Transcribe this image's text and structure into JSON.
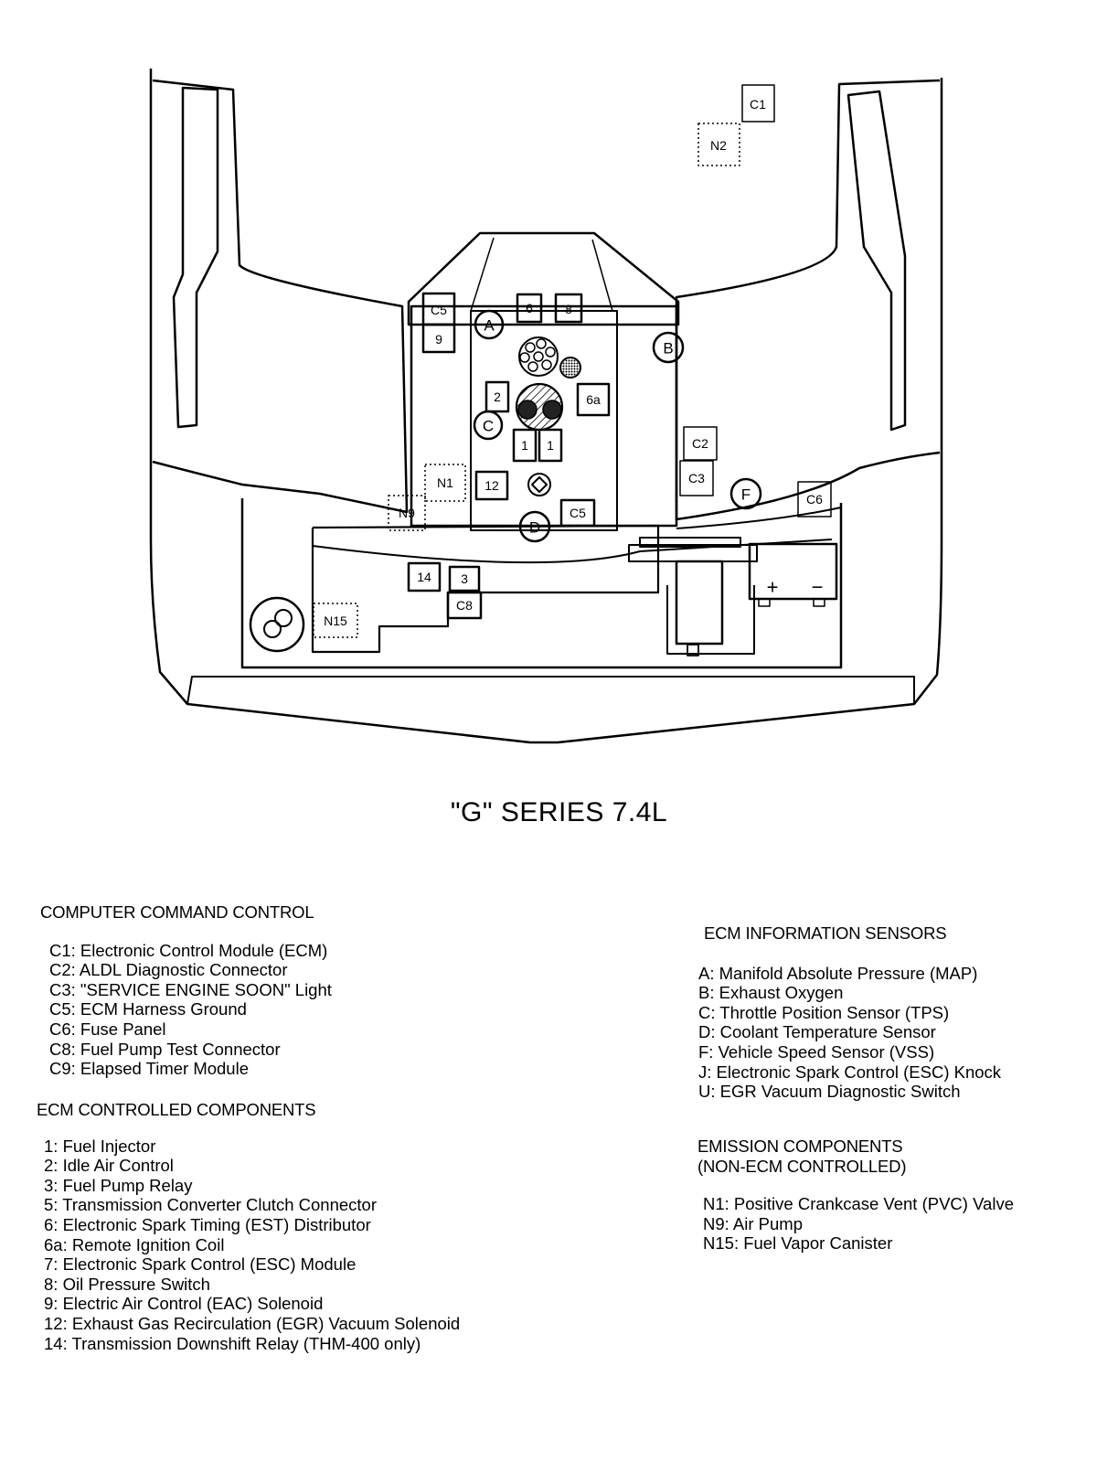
{
  "diagram": {
    "caption": "\"G\" SERIES 7.4L",
    "box_labels": {
      "C1": "C1",
      "N2": "N2",
      "C5_top": "C5",
      "9": "9",
      "6": "6",
      "8": "8",
      "2": "2",
      "6a": "6a",
      "1a": "1",
      "1b": "1",
      "12": "12",
      "N1": "N1",
      "N9": "N9",
      "C5_bottom": "C5",
      "C2": "C2",
      "C3": "C3",
      "C6": "C6",
      "14": "14",
      "3": "3",
      "C8": "C8",
      "N15": "N15"
    },
    "circle_labels": {
      "A": "A",
      "B": "B",
      "C": "C",
      "D": "D",
      "F": "F"
    },
    "battery_terminals": {
      "plus": "+",
      "minus": "−"
    }
  },
  "legend": {
    "computer_command_control": {
      "heading": "COMPUTER COMMAND CONTROL",
      "items": [
        "C1:  Electronic Control Module (ECM)",
        "C2:  ALDL Diagnostic Connector",
        "C3:  \"SERVICE ENGINE SOON\" Light",
        "C5:  ECM Harness Ground",
        "C6:  Fuse Panel",
        "C8:  Fuel Pump Test Connector",
        "C9:  Elapsed Timer Module"
      ]
    },
    "ecm_controlled_components": {
      "heading": "ECM CONTROLLED COMPONENTS",
      "items": [
        "1:  Fuel Injector",
        "2:  Idle Air Control",
        "3:  Fuel Pump Relay",
        "5:  Transmission Converter Clutch Connector",
        "6:  Electronic Spark Timing (EST) Distributor",
        "6a:  Remote Ignition Coil",
        "7:  Electronic Spark Control (ESC) Module",
        "8:  Oil Pressure Switch",
        "9:  Electric Air Control (EAC) Solenoid",
        "12:  Exhaust Gas Recirculation (EGR) Vacuum Solenoid",
        "14:  Transmission Downshift Relay (THM-400 only)"
      ]
    },
    "ecm_information_sensors": {
      "heading": "ECM INFORMATION SENSORS",
      "items": [
        "A: Manifold Absolute Pressure (MAP)",
        "B: Exhaust Oxygen",
        "C: Throttle Position Sensor (TPS)",
        "D: Coolant Temperature Sensor",
        "F: Vehicle Speed Sensor (VSS)",
        "J: Electronic Spark Control (ESC) Knock",
        "U: EGR Vacuum Diagnostic Switch"
      ]
    },
    "emission_components": {
      "heading_line1": "EMISSION COMPONENTS",
      "heading_line2": "(NON-ECM CONTROLLED)",
      "items": [
        "N1:  Positive Crankcase Vent (PVC) Valve",
        "N9:  Air Pump",
        "N15:  Fuel Vapor Canister"
      ]
    }
  }
}
